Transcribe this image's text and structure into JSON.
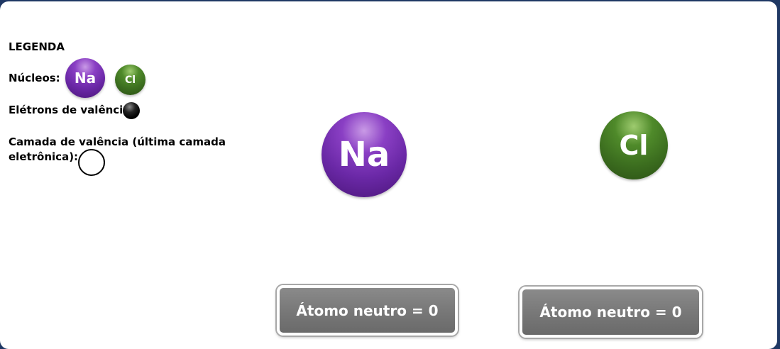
{
  "legend": {
    "title": "LEGENDA",
    "nuclei_label": "Núcleos:",
    "electrons_label": "Elétrons de valência:",
    "shell_label_line1": "Camada de valência (última camada",
    "shell_label_line2": "eletrônica):",
    "na_symbol": "Na",
    "cl_symbol": "Cl"
  },
  "atoms": {
    "sodium": {
      "symbol": "Na",
      "color": "#7030a0"
    },
    "chlorine": {
      "symbol": "Cl",
      "color": "#3f6f1f"
    }
  },
  "buttons": {
    "sodium_charge": "Átomo neutro = 0",
    "chlorine_charge": "Átomo neutro = 0"
  },
  "colors": {
    "background_frame": "#1f3864",
    "panel": "#ffffff",
    "button": "#7f7f7f"
  }
}
